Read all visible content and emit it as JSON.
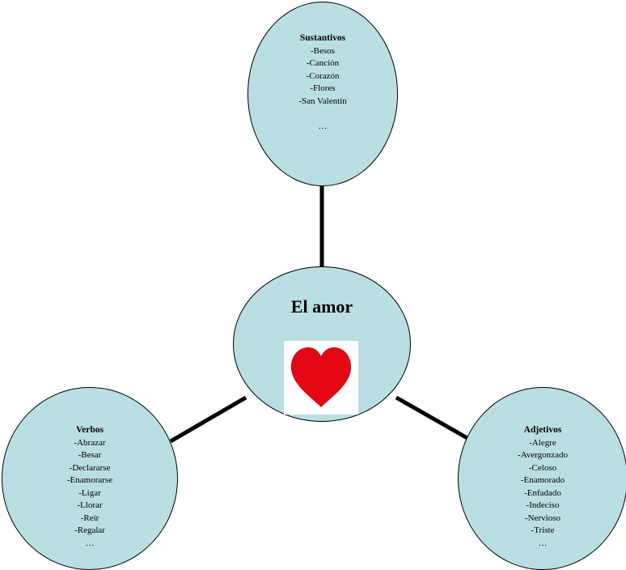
{
  "center": {
    "title": "El amor",
    "image_icon": "heart-icon",
    "image_color": "#e30613"
  },
  "nodes": {
    "sustantivos": {
      "title": "Sustantivos",
      "items": [
        "-Besos",
        "-Canción",
        "-Corazón",
        "-Flores",
        "-San Valentín"
      ],
      "ellipsis": "…"
    },
    "verbos": {
      "title": "Verbos",
      "items": [
        "-Abrazar",
        "-Besar",
        "-Declararse",
        "-Enamorarse",
        "-Ligar",
        "-Llorar",
        "-Reír",
        "-Regalar"
      ],
      "ellipsis": "…"
    },
    "adjetivos": {
      "title": "Adjetivos",
      "items": [
        "-Alegre",
        "-Avergonzado",
        "-Celoso",
        "-Enamorado",
        "-Enfadado",
        "-Indeciso",
        "-Nervioso",
        "-Triste"
      ],
      "ellipsis": "…"
    }
  },
  "colors": {
    "bubble_fill": "#b9dfe3",
    "outline": "#000000"
  }
}
